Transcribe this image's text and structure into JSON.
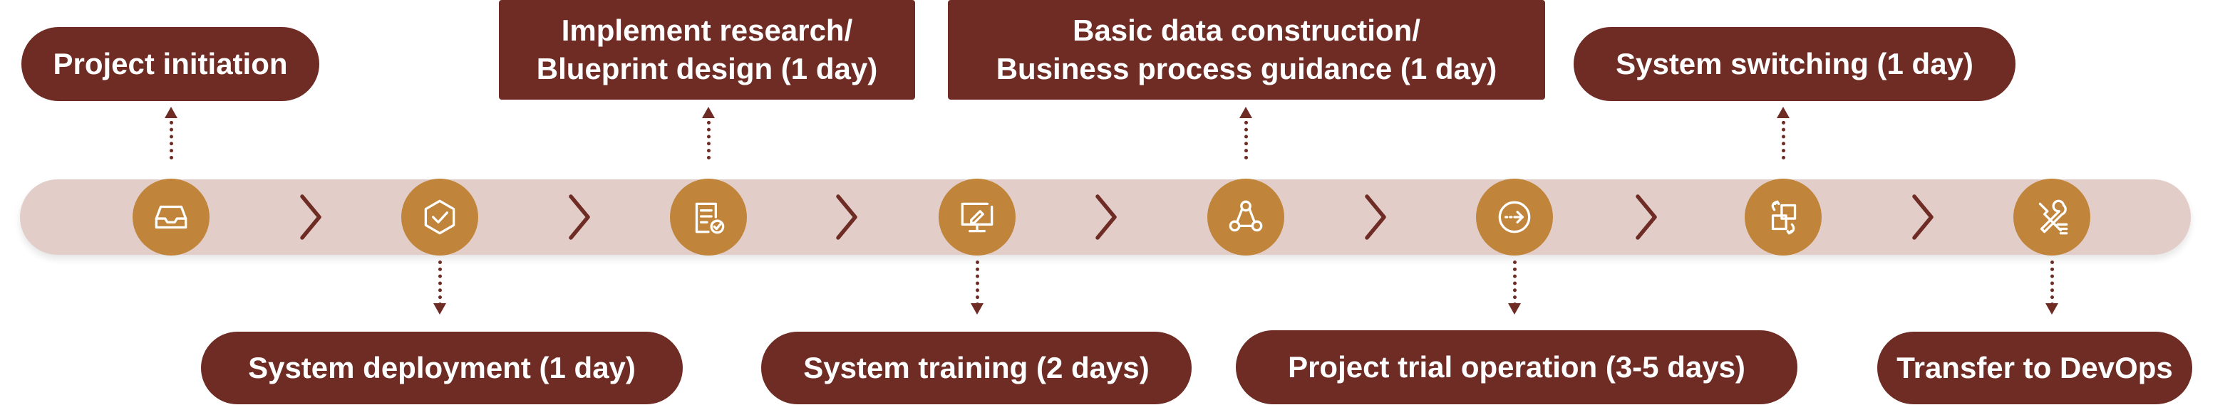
{
  "colors": {
    "label_bg": "#6e2c25",
    "label_text": "#ffffff",
    "node": "#c0853a",
    "track": "#e2cdc9",
    "chevron": "#6e2c25"
  },
  "steps": [
    {
      "label": "Project initiation",
      "icon": "inbox-tray-icon"
    },
    {
      "label": "System deployment (1 day)",
      "icon": "shield-check-icon"
    },
    {
      "lines": [
        "Implement research/",
        "Blueprint design (1 day)"
      ],
      "icon": "document-check-icon"
    },
    {
      "label": "System training (2 days)",
      "icon": "monitor-pen-icon"
    },
    {
      "lines": [
        "Basic data construction/",
        "Business process guidance (1 day)"
      ],
      "icon": "network-nodes-icon"
    },
    {
      "label": "Project trial operation (3-5 days)",
      "icon": "arrow-circle-icon"
    },
    {
      "label": "System switching (1 day)",
      "icon": "switch-squares-icon"
    },
    {
      "label": "Transfer to DevOps",
      "icon": "tools-icon"
    }
  ]
}
